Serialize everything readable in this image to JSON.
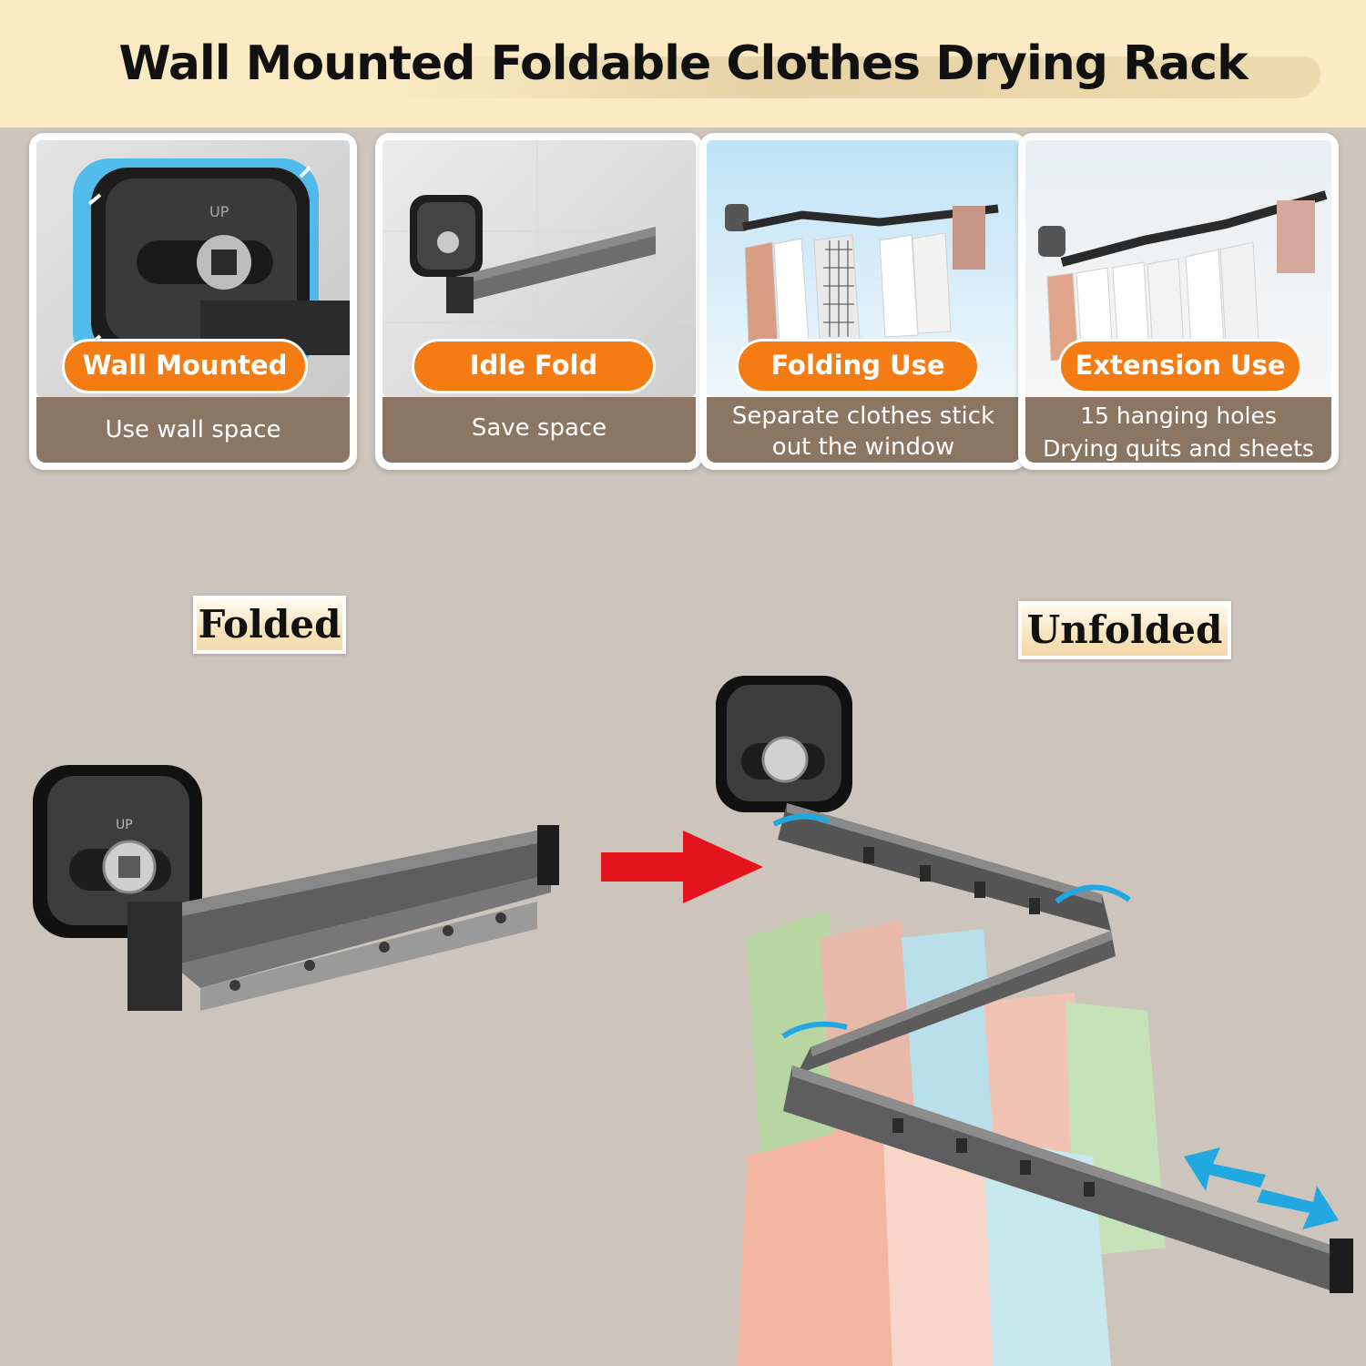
{
  "banner": {
    "title": "Wall Mounted Foldable Clothes Drying Rack"
  },
  "cards": [
    {
      "pill": "Wall Mounted",
      "caption_lines": [
        "Use wall space"
      ]
    },
    {
      "pill": "Idle Fold",
      "caption_lines": [
        "Save space"
      ]
    },
    {
      "pill": "Folding Use",
      "caption_lines": [
        "Separate clothes stick",
        "out the window"
      ]
    },
    {
      "pill": "Extension Use",
      "caption_lines": [
        "15 hanging holes",
        "Drying quits and sheets"
      ]
    }
  ],
  "mount_plate": {
    "label": "UP"
  },
  "states": {
    "folded": "Folded",
    "unfolded": "Unfolded"
  },
  "colors": {
    "accent": "#f47c12",
    "caption_bg": "#8b7664",
    "banner_bg": "#fbeac4",
    "background": "#cdc4bb",
    "arrow": "#e3141b",
    "motion_arrows": "#22a8e0"
  }
}
